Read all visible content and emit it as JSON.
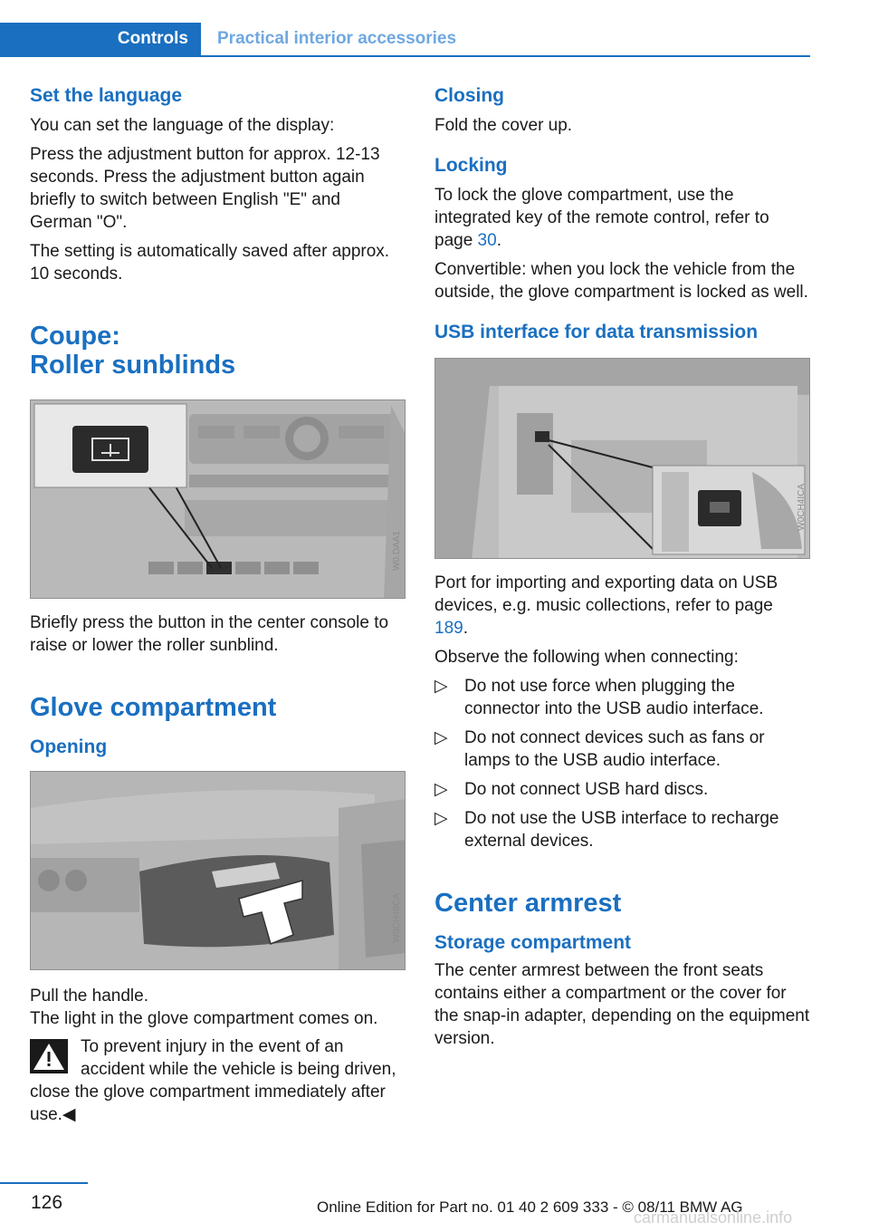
{
  "header": {
    "tab": "Controls",
    "section": "Practical interior accessories"
  },
  "left": {
    "lang_heading": "Set the language",
    "lang_p1": "You can set the language of the display:",
    "lang_p2": "Press the adjustment button for approx. 12-13 seconds. Press the adjustment button again briefly to switch between English \"E\" and German \"O\".",
    "lang_p3": "The setting is automatically saved after approx. 10 seconds.",
    "coupe_heading_1": "Coupe:",
    "coupe_heading_2": "Roller sunblinds",
    "fig1_code": "W0.DAA1",
    "sunblind_p": "Briefly press the button in the center console to raise or lower the roller sunblind.",
    "glove_heading": "Glove compartment",
    "opening_heading": "Opening",
    "fig2_code": "W0CH49CA",
    "pull_line1": "Pull the handle.",
    "pull_line2": "The light in the glove compartment comes on.",
    "warning_text": "To prevent injury in the event of an accident while the vehicle is being driven, close the glove compartment immediately after use.",
    "warning_end": "◀"
  },
  "right": {
    "closing_heading": "Closing",
    "closing_p": "Fold the cover up.",
    "locking_heading": "Locking",
    "locking_p1_a": "To lock the glove compartment, use the integrated key of the remote control, refer to page ",
    "locking_p1_link": "30",
    "locking_p1_b": ".",
    "locking_p2": "Convertible: when you lock the vehicle from the outside, the glove compartment is locked as well.",
    "usb_heading": "USB interface for data transmission",
    "fig3_code": "W0CH4ICA",
    "usb_p1_a": "Port for importing and exporting data on USB devices, e.g. music collections, refer to page ",
    "usb_p1_link": "189",
    "usb_p1_b": ".",
    "usb_p2": "Observe the following when connecting:",
    "bullet_mark": "▷",
    "bullets": [
      "Do not use force when plugging the connector into the USB audio interface.",
      "Do not connect devices such as fans or lamps to the USB audio interface.",
      "Do not connect USB hard discs.",
      "Do not use the USB interface to recharge external devices."
    ],
    "armrest_heading": "Center armrest",
    "storage_heading": "Storage compartment",
    "storage_p": "The center armrest between the front seats contains either a compartment or the cover for the snap-in adapter, depending on the equipment version."
  },
  "footer": {
    "page_number": "126",
    "edition": "Online Edition for Part no. 01 40 2 609 333 - © 08/11 BMW AG",
    "watermark": "carmanualsonline.info"
  }
}
